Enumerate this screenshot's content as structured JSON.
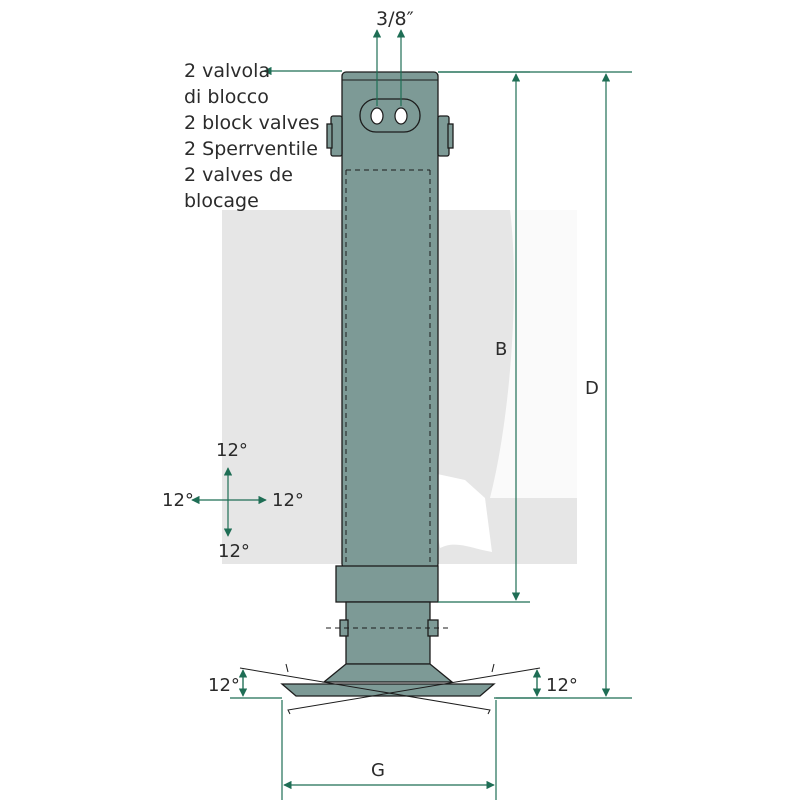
{
  "labels": {
    "thread": "3/8″",
    "block_valves": [
      "2 valvola",
      "di blocco",
      "2 block valves",
      "2 Sperrventile",
      "2 valves de",
      "blocage"
    ],
    "dim_b": "B",
    "dim_d": "D",
    "dim_g": "G",
    "angle_up": "12°",
    "angle_down": "12°",
    "angle_left": "12°",
    "angle_right": "12°",
    "foot_angle_left": "12°",
    "foot_angle_right": "12°"
  },
  "colors": {
    "leg_body": "#7d9a96",
    "dimension_lines": "#1f6e55",
    "watermark": "#e6e6e6"
  }
}
